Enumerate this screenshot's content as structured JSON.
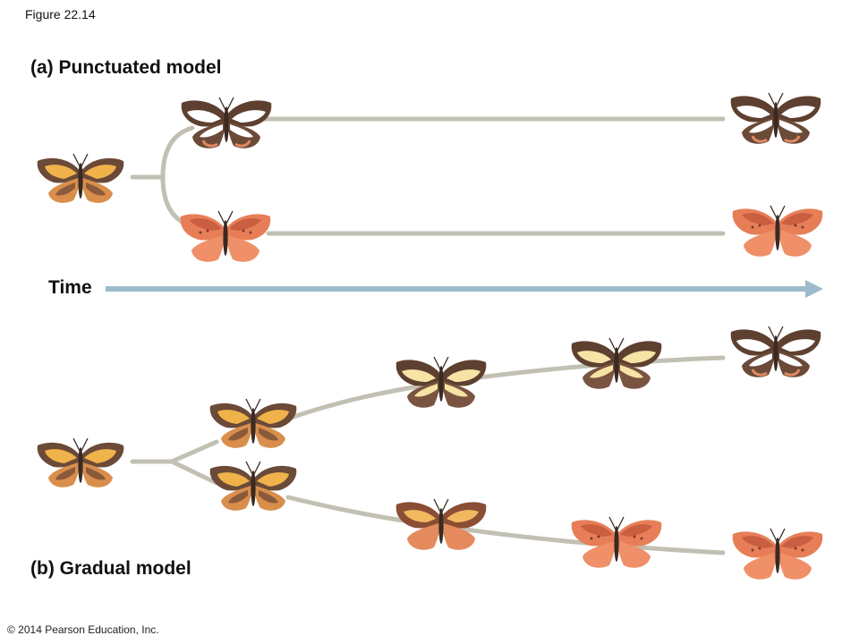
{
  "figure_label": "Figure 22.14",
  "panel_a_title": "(a) Punctuated model",
  "panel_b_title": "(b) Gradual model",
  "time_label": "Time",
  "copyright": "© 2014 Pearson Education, Inc.",
  "colors": {
    "branch": "#c2c0b2",
    "arrow": "#9cbccb",
    "body": "#3a2a22",
    "dark_brown": "#6b4a38",
    "orange": "#e0a052",
    "pale_yellow": "#f6e3a6",
    "white": "#ffffff",
    "salmon": "#e77e58"
  },
  "butterfly_morphs": {
    "ancestral": "orange-brown with yellow band",
    "white_banded": "dark brown with white band",
    "salmon": "salmon orange",
    "yellow_banded": "dark brown with pale yellow band",
    "intermediate_salmon": "brown-salmon with yellow patches"
  }
}
